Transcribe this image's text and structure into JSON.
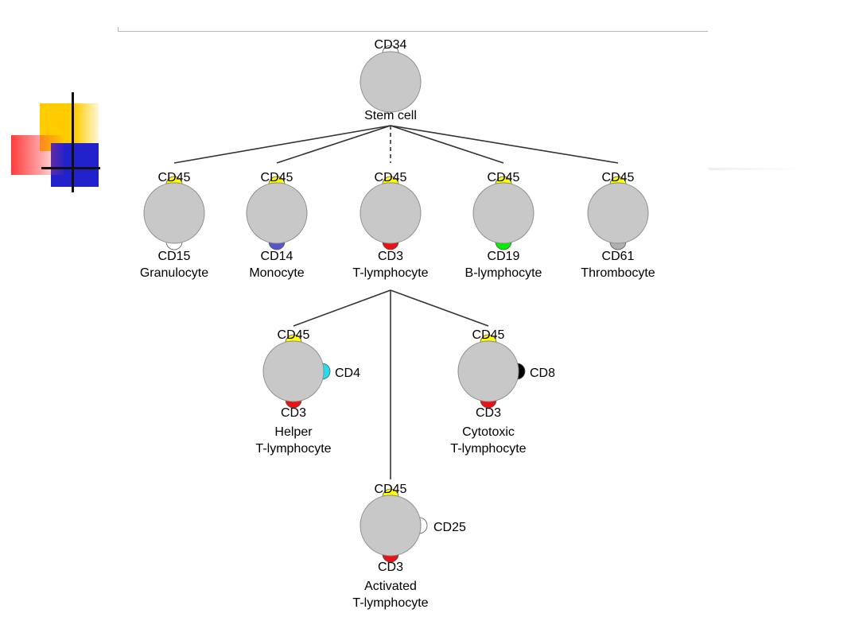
{
  "colors": {
    "cell_body": "#c8c8c8",
    "cell_outline": "#8c8c8c",
    "link_line": "#333333",
    "cd45_marker": "#ffff00",
    "cd15_marker": "#ffffff",
    "cd14_marker": "#5555cc",
    "cd3_marker": "#ee1111",
    "cd19_marker": "#00ee00",
    "cd61_marker": "#b0b0b0",
    "cd4_marker": "#22ddee",
    "cd8_marker": "#000000",
    "cd25_marker": "#ffffff",
    "cd34_marker": "#ffffff",
    "accent_yellow": "#ffcc00",
    "accent_red": "#ff4444",
    "accent_blue": "#2222cc"
  },
  "diagram": {
    "stem_cell": {
      "marker_top": "CD34",
      "name": "Stem cell"
    },
    "lineages": [
      {
        "id": "granulocyte",
        "marker_top": "CD45",
        "marker_bottom": "CD15",
        "name": "Granulocyte"
      },
      {
        "id": "monocyte",
        "marker_top": "CD45",
        "marker_bottom": "CD14",
        "name": "Monocyte"
      },
      {
        "id": "t-lymphocyte",
        "marker_top": "CD45",
        "marker_bottom": "CD3",
        "name": "T-lymphocyte"
      },
      {
        "id": "b-lymphocyte",
        "marker_top": "CD45",
        "marker_bottom": "CD19",
        "name": "B-lymphocyte"
      },
      {
        "id": "thrombocyte",
        "marker_top": "CD45",
        "marker_bottom": "CD61",
        "name": "Thrombocyte"
      }
    ],
    "t_subsets": [
      {
        "id": "helper",
        "marker_top": "CD45",
        "marker_side": "CD4",
        "marker_bottom": "CD3",
        "name_line1": "Helper",
        "name_line2": "T-lymphocyte"
      },
      {
        "id": "cytotoxic",
        "marker_top": "CD45",
        "marker_side": "CD8",
        "marker_bottom": "CD3",
        "name_line1": "Cytotoxic",
        "name_line2": "T-lymphocyte"
      },
      {
        "id": "activated",
        "marker_top": "CD45",
        "marker_side": "CD25",
        "marker_bottom": "CD3",
        "name_line1": "Activated",
        "name_line2": "T-lymphocyte"
      }
    ]
  }
}
